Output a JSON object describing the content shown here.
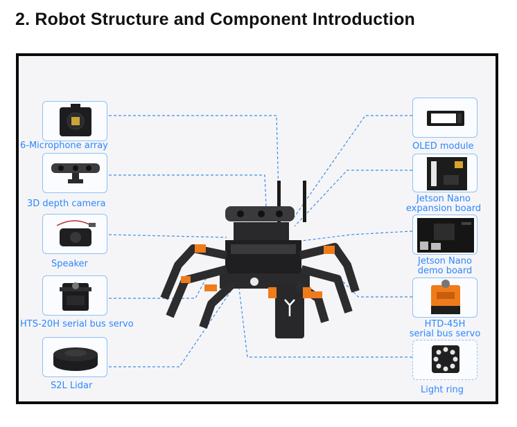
{
  "heading": "2. Robot Structure and Component Introduction",
  "colors": {
    "accent": "#2c87ff",
    "card_border": "#8fbff2",
    "frame": "#0a0a0a",
    "robot_orange": "#f07b1a",
    "robot_dark": "#2a2a2c"
  },
  "components_left": [
    {
      "label": "6-Microphone array",
      "icon": "microphone-array-icon"
    },
    {
      "label": "3D depth camera",
      "icon": "depth-camera-icon"
    },
    {
      "label": "Speaker",
      "icon": "speaker-icon"
    },
    {
      "label": "HTS-20H serial bus servo",
      "icon": "servo-icon"
    },
    {
      "label": "S2L Lidar",
      "icon": "lidar-icon"
    }
  ],
  "components_right": [
    {
      "label": "OLED module",
      "icon": "oled-icon"
    },
    {
      "label_line1": "Jetson Nano",
      "label_line2": "expansion board",
      "icon": "expansion-board-icon"
    },
    {
      "label_line1": "Jetson Nano",
      "label_line2": "demo board",
      "icon": "demo-board-icon"
    },
    {
      "label_line1": "HTD-45H",
      "label_line2": "serial bus servo",
      "icon": "servo-icon"
    },
    {
      "label": "Light ring",
      "icon": "light-ring-icon"
    }
  ]
}
